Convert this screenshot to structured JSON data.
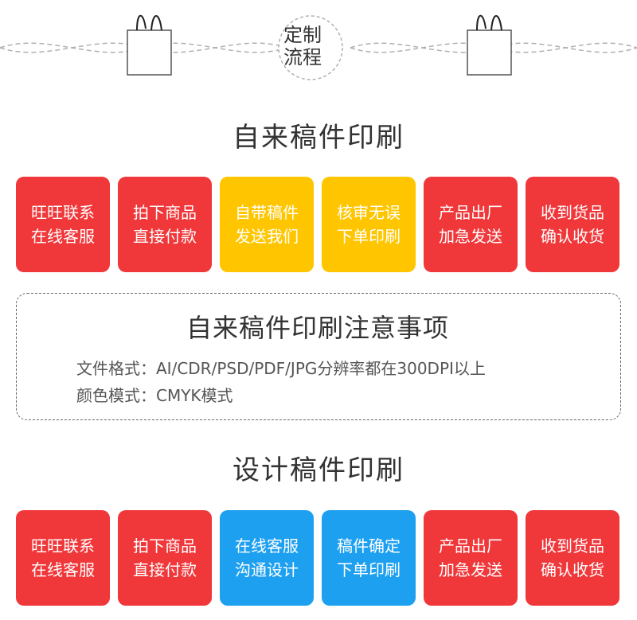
{
  "header": {
    "badge_line1": "定制",
    "badge_line2": "流程",
    "left_icon": "shopping-bag-icon",
    "right_icon": "shopping-bag-icon"
  },
  "colors": {
    "red": "#f0373a",
    "yellow": "#ffc600",
    "blue": "#1ea0f0",
    "text": "#333333"
  },
  "section1": {
    "title": "自来稿件印刷",
    "steps": [
      {
        "line1": "旺旺联系",
        "line2": "在线客服",
        "color": "red"
      },
      {
        "line1": "拍下商品",
        "line2": "直接付款",
        "color": "red"
      },
      {
        "line1": "自带稿件",
        "line2": "发送我们",
        "color": "yellow"
      },
      {
        "line1": "核审无误",
        "line2": "下单印刷",
        "color": "yellow"
      },
      {
        "line1": "产品出厂",
        "line2": "加急发送",
        "color": "red"
      },
      {
        "line1": "收到货品",
        "line2": "确认收货",
        "color": "red"
      }
    ]
  },
  "notes": {
    "title": "自来稿件印刷注意事项",
    "line1": "文件格式：AI/CDR/PSD/PDF/JPG分辨率都在300DPI以上",
    "line2": "颜色模式：CMYK模式"
  },
  "section2": {
    "title": "设计稿件印刷",
    "steps": [
      {
        "line1": "旺旺联系",
        "line2": "在线客服",
        "color": "red"
      },
      {
        "line1": "拍下商品",
        "line2": "直接付款",
        "color": "red"
      },
      {
        "line1": "在线客服",
        "line2": "沟通设计",
        "color": "blue"
      },
      {
        "line1": "稿件确定",
        "line2": "下单印刷",
        "color": "blue"
      },
      {
        "line1": "产品出厂",
        "line2": "加急发送",
        "color": "red"
      },
      {
        "line1": "收到货品",
        "line2": "确认收货",
        "color": "red"
      }
    ]
  }
}
